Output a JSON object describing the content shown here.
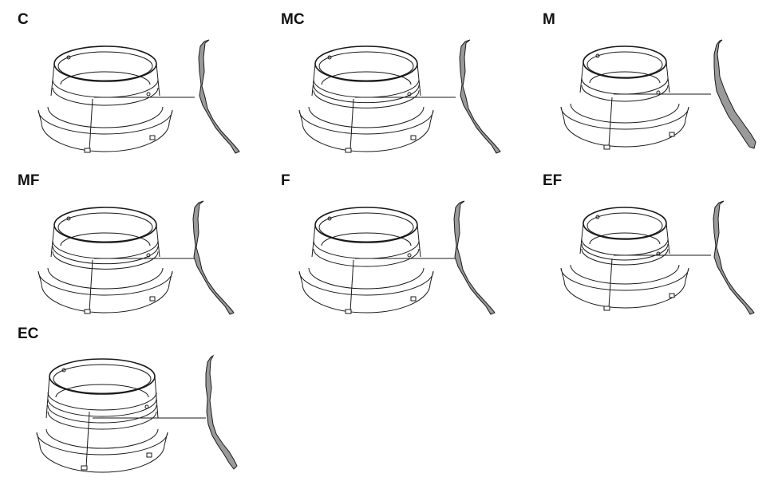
{
  "figure": {
    "colors": {
      "stroke": "#1a1a1a",
      "profile_fill": "#9a9a9a",
      "background": "#ffffff"
    },
    "panels": [
      {
        "label": "C",
        "ring_bands": 2,
        "ring_shape": "standard",
        "profile_shape": "standard"
      },
      {
        "label": "MC",
        "ring_bands": 3,
        "ring_shape": "standard",
        "profile_shape": "standard"
      },
      {
        "label": "M",
        "ring_bands": 2,
        "ring_shape": "narrow",
        "profile_shape": "slim"
      },
      {
        "label": "MF",
        "ring_bands": 3,
        "ring_shape": "standard",
        "profile_shape": "standard"
      },
      {
        "label": "F",
        "ring_bands": 2,
        "ring_shape": "standard",
        "profile_shape": "standard"
      },
      {
        "label": "EF",
        "ring_bands": 3,
        "ring_shape": "narrow",
        "profile_shape": "standard"
      },
      {
        "label": "EC",
        "ring_bands": 4,
        "ring_shape": "tall",
        "profile_shape": "tall"
      }
    ]
  }
}
